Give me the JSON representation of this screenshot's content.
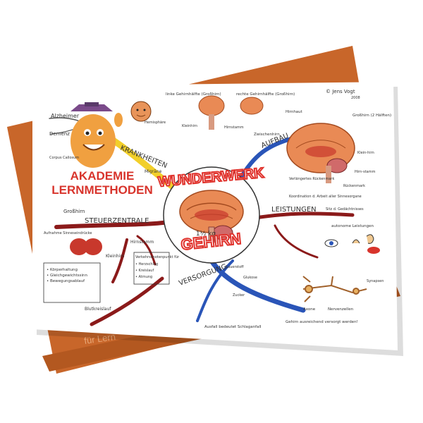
{
  "colors": {
    "folder": "#c8662a",
    "folder_text": "#e8a878",
    "paper": "#ffffff",
    "title_red": "#e0322c",
    "title_fill": "#ffffff",
    "branch_red": "#8b1a1a",
    "branch_blue": "#2a55b8",
    "branch_yellow": "#f2cf2a",
    "branch_purple": "#8a4aa8",
    "brain_orange": "#e98a55",
    "mascot_orange": "#f0a040",
    "logo_red": "#d8342c"
  },
  "folder": {
    "text": "für Lern"
  },
  "credit": "© Jens Vogt",
  "credit_year": "2008",
  "title": {
    "line1": "WUNDERWERK",
    "weight": "1½ kg",
    "line2": "GEHIRN"
  },
  "logo": {
    "line1": "AKADEMIE",
    "line2": "LERNMETHODEN"
  },
  "branches": {
    "krankheiten": "KRANKHEITEN",
    "aufbau": "AUFBAU",
    "leistungen": "LEISTUNGEN",
    "steuerzentrale": "STEUERZENTRALE",
    "versorgung": "VERSORGUNG"
  },
  "labels": {
    "alzheimer": "Alzheimer",
    "demenz": "Demenz",
    "corpus": "Corpus Callosum",
    "migraene": "Migräne",
    "linke": "linke Gehirnhälfte (Großhirn)",
    "rechte": "rechte Gehirnhälfte (Großhirn)",
    "hemisphaere": "Hemisphäre",
    "kleinhirn": "Kleinhirn",
    "stamm": "Hirnstamm",
    "hirnhaut": "Hirnhaut",
    "grosshirn": "Großhirn (2 Hälften)",
    "zwischen": "Zwischenhirn",
    "kleinhirn2": "Klein-hirn",
    "hirnstamm2": "Hirn-stamm",
    "rueckenmark": "Rückenmark",
    "verlaengert": "Verlängertes Rückenmark",
    "koordination": "Koordination d. Arbeit aller Sinnesorgane",
    "sitz": "Sitz d. Gedächtnisses",
    "autonome": "autonome Leistungen",
    "grosshirn_left": "Großhirn",
    "aufnahme": "Aufnahme Sinneseindrücke",
    "kleinhirn3": "Kleinhirn",
    "hirnstamm3": "Hirnstamm",
    "koerperhaltung": "• Körperhaltung",
    "gleichgewicht": "• Gleichgewichtssinn",
    "bewegungsablauf": "• Bewegungsablauf",
    "verkehrs": "Verkehrsknotenpunkt für",
    "herzschlag": "• Herzschlag",
    "kreislauf": "• Kreislauf",
    "atmung": "• Atmung",
    "blutkreislauf": "Blutkreislauf",
    "ausfall": "Ausfall bedeutet Schlaganfall",
    "nervenzellen": "Nervenzellen",
    "axone": "Axone",
    "synapsen": "Synapsen",
    "sauerstoff": "Sauerstoff",
    "glukose": "Glukose",
    "zucker": "Zucker",
    "gehirn_versorgt": "Gehirn ausreichend versorgt werden!"
  }
}
